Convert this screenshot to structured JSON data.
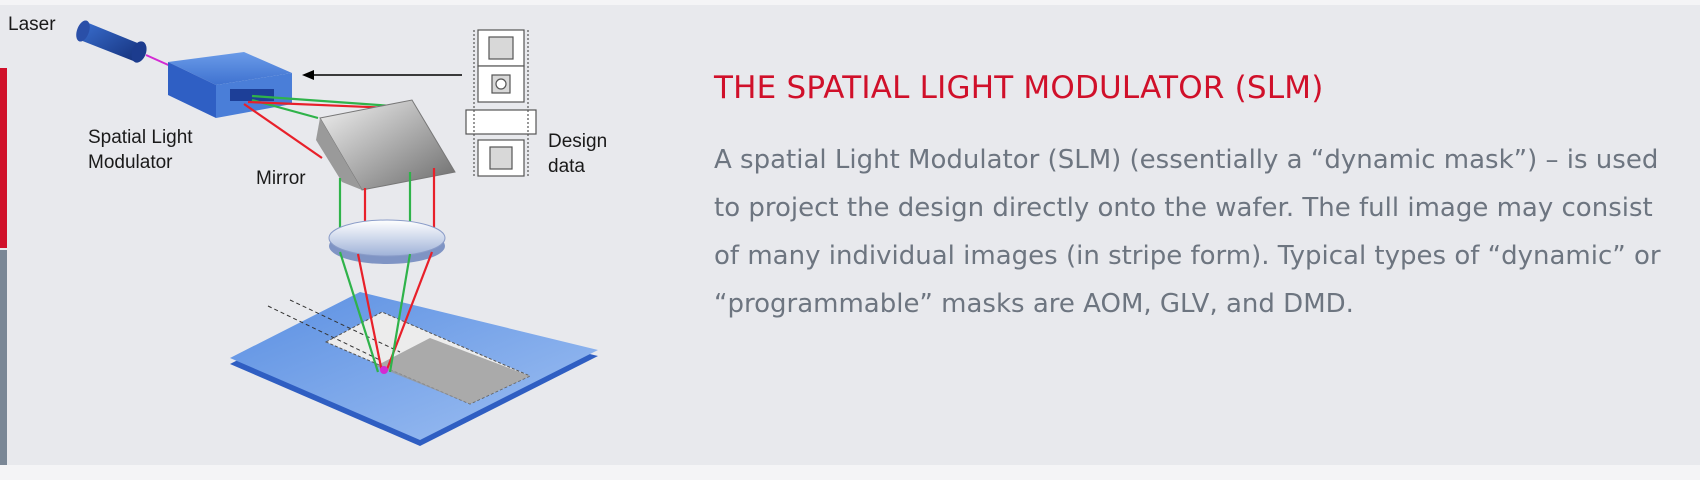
{
  "diagram": {
    "labels": {
      "laser": "Laser",
      "slm": "Spatial Light Modulator",
      "mirror": "Mirror",
      "design_data": "Design data"
    }
  },
  "section": {
    "title": "THE SPATIAL LIGHT MODULATOR (SLM)",
    "body": "A spatial Light Modulator (SLM) (essentially a “dynamic mask”) – is used to project the design directly onto the wafer. The full image may consist of many individual images (in stripe form). Typical types of “dynamic” or “programmable” masks are AOM, GLV, and DMD."
  },
  "colors": {
    "accent": "#d0102a",
    "text": "#6d7580",
    "background": "#e8e9ed"
  }
}
